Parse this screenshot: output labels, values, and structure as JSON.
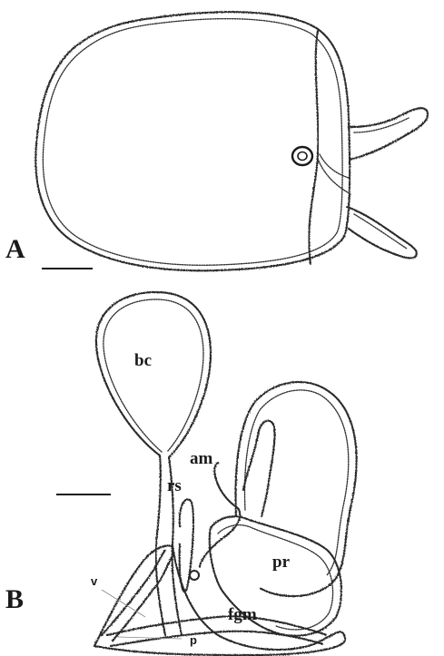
{
  "panels": {
    "a": {
      "letter": "A"
    },
    "b": {
      "letter": "B"
    }
  },
  "labels": {
    "bc": "bc",
    "am": "am",
    "rs": "rs",
    "pr": "pr",
    "fgm": "fgm",
    "v": "v",
    "p": "p"
  }
}
